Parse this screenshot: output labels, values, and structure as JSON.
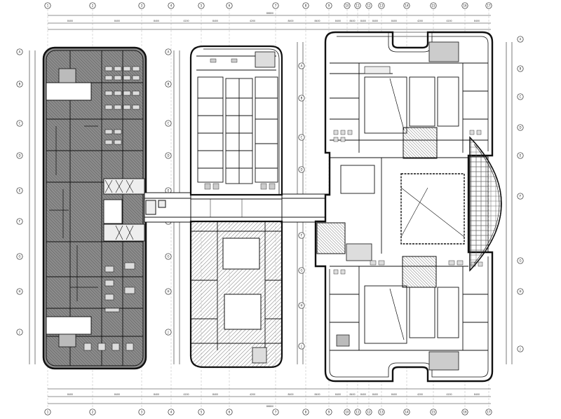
{
  "drawing": {
    "overall_dimension": "86800",
    "top_column_labels": [
      "1",
      "2",
      "3",
      "4",
      "5",
      "6",
      "7",
      "8",
      "9",
      "10",
      "11",
      "12",
      "13",
      "14",
      "15",
      "16",
      "17"
    ],
    "bottom_column_labels": [
      "1",
      "2",
      "3",
      "4",
      "5",
      "6",
      "7",
      "8",
      "9",
      "10",
      "11",
      "12",
      "13",
      "14",
      "15",
      "16",
      "17"
    ],
    "left_row_labels": [
      "A",
      "B",
      "C",
      "D",
      "E",
      "F",
      "G",
      "H",
      "J"
    ],
    "right_row_labels": [
      "A",
      "B",
      "C",
      "D",
      "E",
      "F",
      "G",
      "H",
      "J"
    ],
    "top_dimensions": [
      "8400",
      "8400",
      "8400",
      "4200",
      "8400",
      "4200",
      "8400",
      "8400",
      "8400",
      "8400",
      "8400",
      "8400",
      "8400",
      "4200",
      "4200",
      "8400"
    ],
    "bottom_dimensions": [
      "8400",
      "8400",
      "8400",
      "4200",
      "8400",
      "4200",
      "8400",
      "8400",
      "8400",
      "8400",
      "8400",
      "8400",
      "8400",
      "4200",
      "4200",
      "8400"
    ],
    "colors": {
      "line": "#1a1a1a",
      "hatch": "#444444",
      "shade": "#9a9a9a",
      "light": "#d8d8d8"
    }
  }
}
